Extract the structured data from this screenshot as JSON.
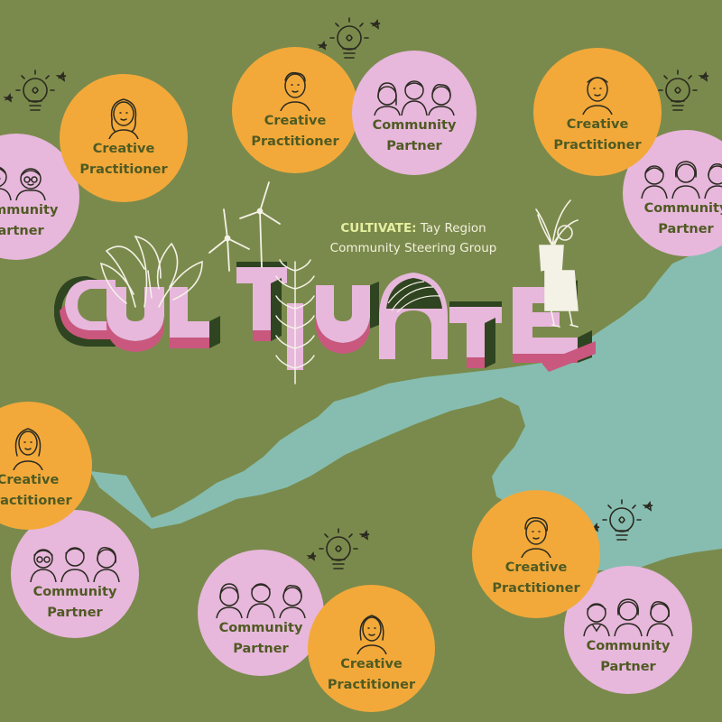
{
  "title": {
    "brand": "CULTIVATE:",
    "line1_rest": "Tay Region",
    "line2": "Community Steering Group"
  },
  "labels": {
    "cp_1": "Creative",
    "cp_2": "Practitioner",
    "cm_1": "Community",
    "cm_2": "Partner"
  },
  "colors": {
    "background": "#7a8a4c",
    "water": "#86bdb0",
    "creative_practitioner": "#f2a93a",
    "community_partner": "#e7b7dc",
    "label_text": "#4f5a22",
    "logo_pink": "#e7b7dc",
    "logo_magenta": "#c9577e",
    "logo_green": "#2f4420"
  },
  "icons": [
    "lightbulb-icon",
    "wind-turbine-icon",
    "plant-icon",
    "polytunnel-icon",
    "person-with-plant-icon",
    "faces-icon"
  ]
}
